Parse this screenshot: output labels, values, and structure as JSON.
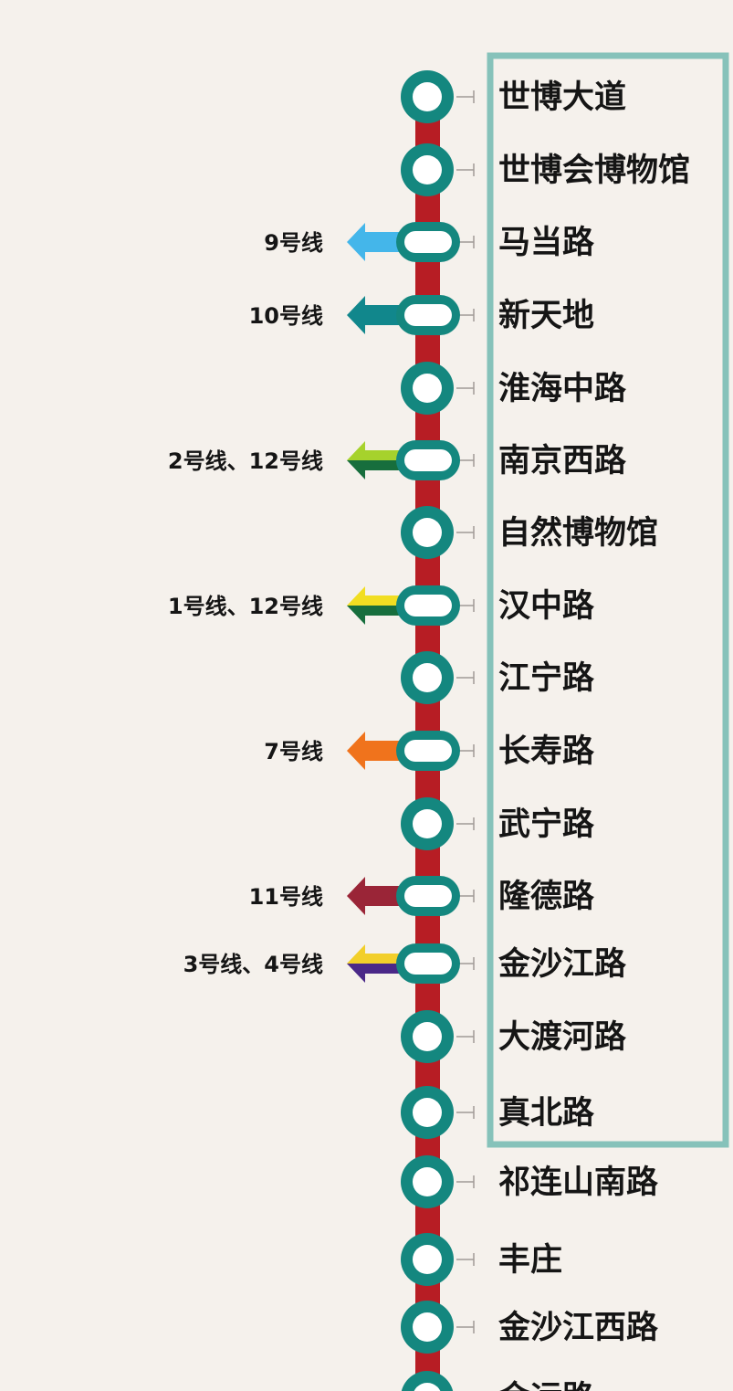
{
  "colors": {
    "background": "#f5f1ec",
    "line": "#b71d24",
    "station_ring": "#14877f",
    "station_fill": "#ffffff",
    "highlight_box": "#86c2ba",
    "tick": "#a09a96"
  },
  "stations": [
    {
      "name": "世博大道",
      "type": "normal"
    },
    {
      "name": "世博会博物馆",
      "type": "normal"
    },
    {
      "name": "马当路",
      "type": "transfer",
      "transfer": "9号线",
      "colors": [
        "#44b6ea",
        "#44b6ea"
      ]
    },
    {
      "name": "新天地",
      "type": "transfer",
      "transfer": "10号线",
      "colors": [
        "#11878c",
        "#11878c"
      ]
    },
    {
      "name": "淮海中路",
      "type": "normal"
    },
    {
      "name": "南京西路",
      "type": "transfer",
      "transfer": "2号线、12号线",
      "colors": [
        "#a6d22c",
        "#176e3d"
      ]
    },
    {
      "name": "自然博物馆",
      "type": "normal"
    },
    {
      "name": "汉中路",
      "type": "transfer",
      "transfer": "1号线、12号线",
      "colors": [
        "#f1de22",
        "#176e3d"
      ]
    },
    {
      "name": "江宁路",
      "type": "normal"
    },
    {
      "name": "长寿路",
      "type": "transfer",
      "transfer": "7号线",
      "colors": [
        "#f0731c",
        "#f0731c"
      ]
    },
    {
      "name": "武宁路",
      "type": "normal"
    },
    {
      "name": "隆德路",
      "type": "transfer",
      "transfer": "11号线",
      "colors": [
        "#9a2537",
        "#9a2537"
      ]
    },
    {
      "name": "金沙江路",
      "type": "transfer",
      "transfer": "3号线、4号线",
      "colors": [
        "#f2cf2a",
        "#4a2888"
      ]
    },
    {
      "name": "大渡河路",
      "type": "normal"
    },
    {
      "name": "真北路",
      "type": "normal"
    },
    {
      "name": "祁连山南路",
      "type": "normal"
    },
    {
      "name": "丰庄",
      "type": "normal"
    },
    {
      "name": "金沙江西路",
      "type": "normal"
    },
    {
      "name": "金运路",
      "type": "normal"
    }
  ]
}
